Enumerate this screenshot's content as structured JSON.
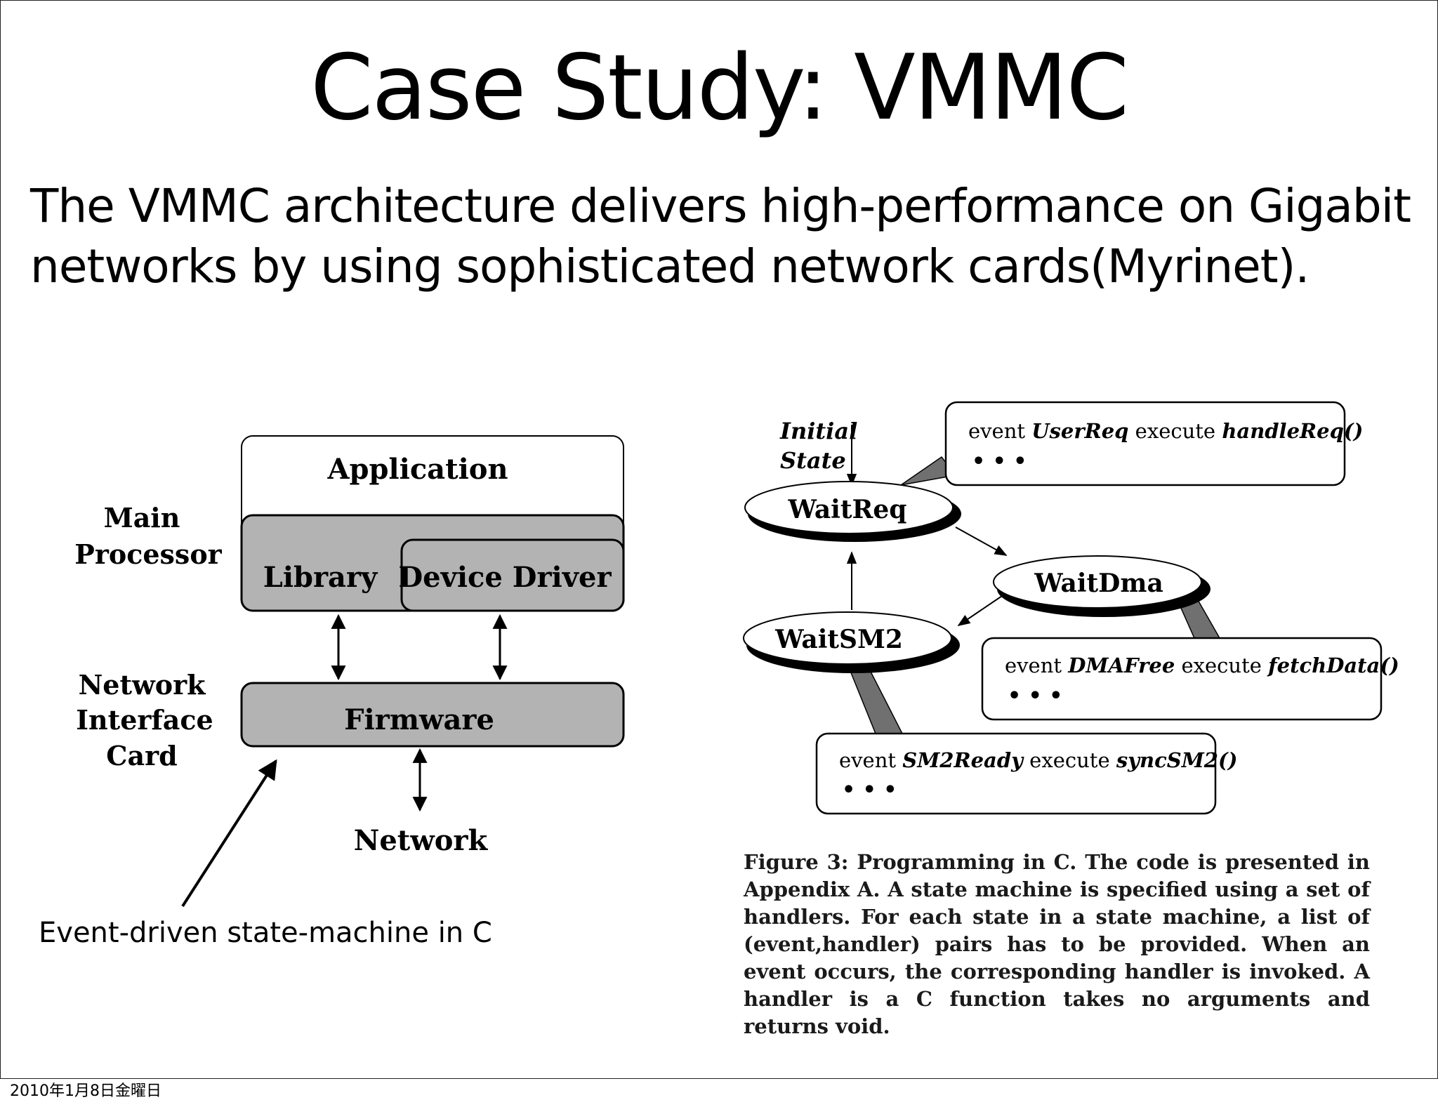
{
  "slide": {
    "title": "Case Study: VMMC",
    "body_lines": [
      "The VMMC architecture delivers high-performance on Gigabit",
      "networks by using sophisticated network cards(Myrinet)."
    ],
    "annotation": "Event-driven state-machine in C",
    "footer": "2010年1月8日金曜日"
  },
  "left_diagram": {
    "side_labels": {
      "main_processor": [
        "Main",
        "Processor"
      ],
      "nic": [
        "Network",
        "Interface",
        "Card"
      ]
    },
    "application": "Application",
    "library": "Library",
    "device_driver": "Device Driver",
    "firmware": "Firmware",
    "network": "Network"
  },
  "right_diagram": {
    "initial_state": [
      "Initial",
      "State"
    ],
    "states": {
      "waitreq": "WaitReq",
      "waitdma": "WaitDma",
      "waitsm2": "WaitSM2"
    },
    "callouts": {
      "userreq": {
        "kw1": "event ",
        "event": "UserReq",
        "kw2": " execute ",
        "handler": "handleReq()",
        "dots": "• • •"
      },
      "dmafree": {
        "kw1": "event ",
        "event": "DMAFree",
        "kw2": " execute ",
        "handler": "fetchData()",
        "dots": "• • •"
      },
      "sm2ready": {
        "kw1": "event ",
        "event": "SM2Ready",
        "kw2": " execute ",
        "handler": "syncSM2()",
        "dots": "• • •"
      }
    },
    "caption": "Figure 3: Programming in C. The code is presented in Appendix A. A state machine is specified using a set of handlers. For each state in a state machine, a list of (event,handler) pairs has to be provided. When an event occurs, the corresponding handler is invoked. A handler is a C function takes no arguments and returns void."
  },
  "colors": {
    "box_fill": "#b3b3b3",
    "line": "#000000",
    "callout_fill": "#707070"
  }
}
